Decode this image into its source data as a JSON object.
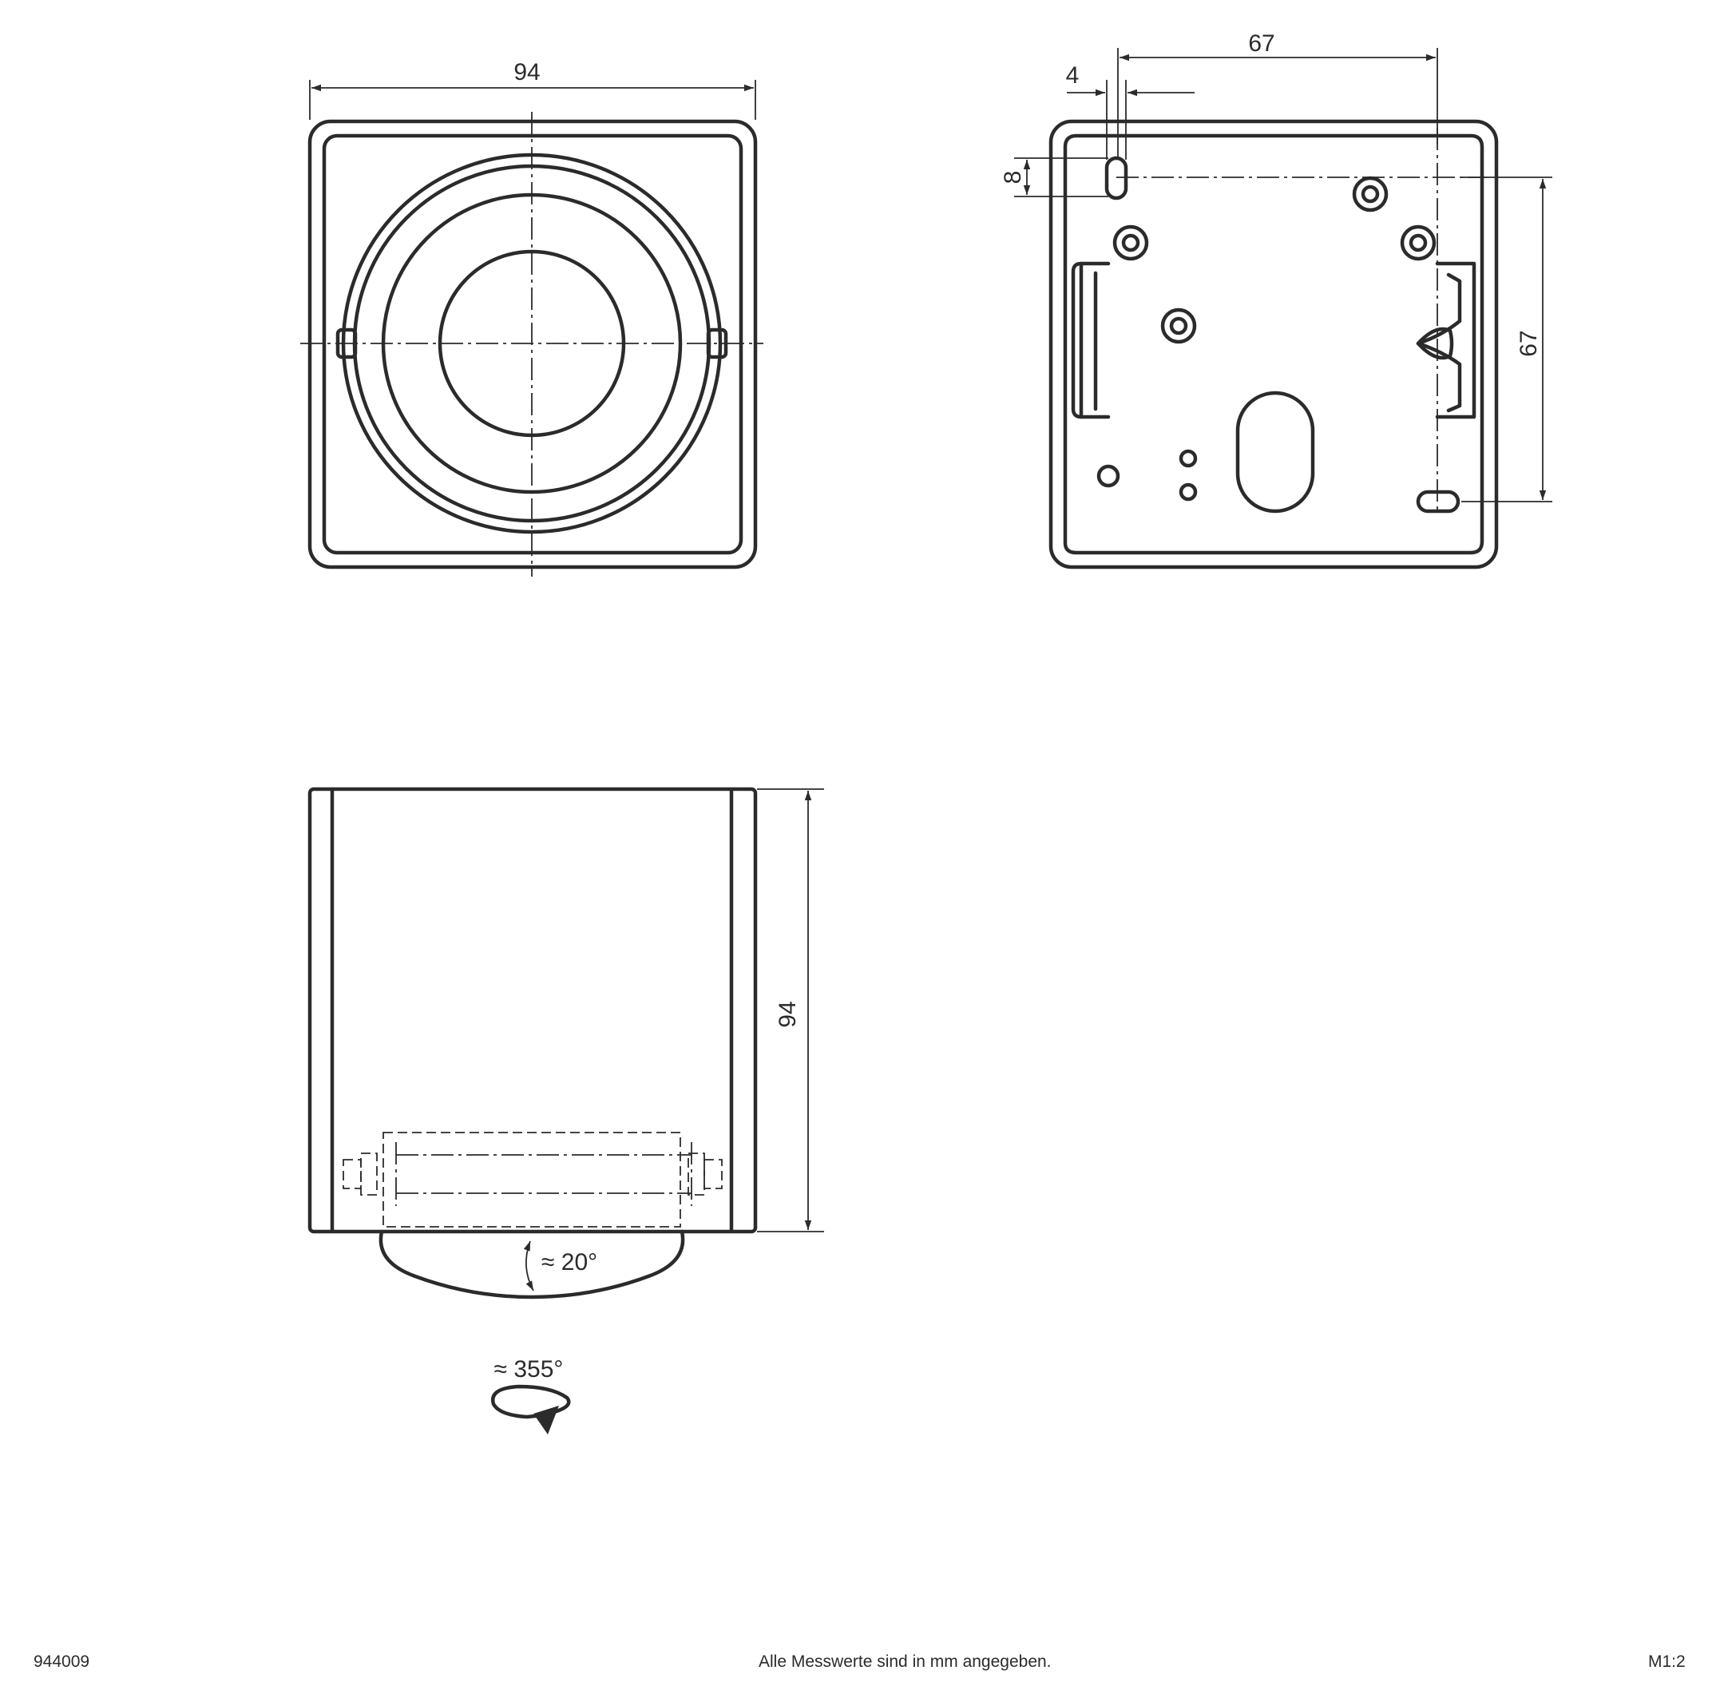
{
  "views": {
    "front": {
      "width_label": "94"
    },
    "back": {
      "width_label": "67",
      "offset_label": "4",
      "slot_label": "8",
      "height_label": "67"
    },
    "side": {
      "height_label": "94",
      "tilt_label": "≈ 20°",
      "rotation_label": "≈ 355°"
    }
  },
  "footer": {
    "article_number": "944009",
    "note": "Alle Messwerte sind in mm angegeben.",
    "scale": "M1:2"
  }
}
